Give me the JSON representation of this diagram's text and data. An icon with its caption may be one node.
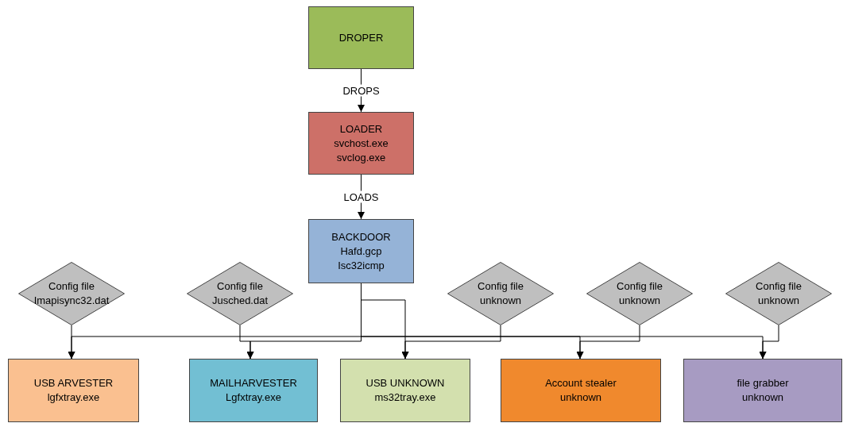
{
  "diagram": {
    "nodes": [
      {
        "text": [
          "DROPER"
        ]
      },
      {
        "text": [
          "LOADER",
          "svchost.exe",
          "svclog.exe"
        ]
      },
      {
        "text": [
          "BACKDOOR",
          "Hafd.gcp",
          "Isc32icmp"
        ]
      },
      {
        "text": [
          "Config file",
          "Imapisync32.dat"
        ]
      },
      {
        "text": [
          "Config file",
          "Jusched.dat"
        ]
      },
      {
        "text": [
          "Config file",
          "unknown"
        ]
      },
      {
        "text": [
          "Config file",
          "unknown"
        ]
      },
      {
        "text": [
          "Config file",
          "unknown"
        ]
      },
      {
        "text": [
          "USB ARVESTER",
          "lgfxtray.exe"
        ]
      },
      {
        "text": [
          "MAILHARVESTER",
          "Lgfxtray.exe"
        ]
      },
      {
        "text": [
          "USB UNKNOWN",
          "ms32tray.exe"
        ]
      },
      {
        "text": [
          "Account stealer",
          "unknown"
        ]
      },
      {
        "text": [
          "file grabber",
          "unknown"
        ]
      }
    ],
    "edges": [
      {
        "from": 0,
        "to": 1,
        "arrow": "to",
        "label": "DROPS"
      },
      {
        "from": 1,
        "to": 2,
        "arrow": "to",
        "label": "LOADS"
      },
      {
        "from": 2,
        "to": 8,
        "arrow": "to"
      },
      {
        "from": 2,
        "to": 9,
        "arrow": "to"
      },
      {
        "from": 2,
        "to": 10,
        "arrow": "to"
      },
      {
        "from": 2,
        "to": 11,
        "arrow": "to"
      },
      {
        "from": 2,
        "to": 12,
        "arrow": "to"
      },
      {
        "from": 3,
        "to": 8,
        "arrow": "to"
      },
      {
        "from": 4,
        "to": 9,
        "arrow": "to"
      },
      {
        "from": 5,
        "to": 10,
        "arrow": "to"
      },
      {
        "from": 6,
        "to": 11,
        "arrow": "to"
      },
      {
        "from": 7,
        "to": 12,
        "arrow": "to"
      }
    ]
  }
}
